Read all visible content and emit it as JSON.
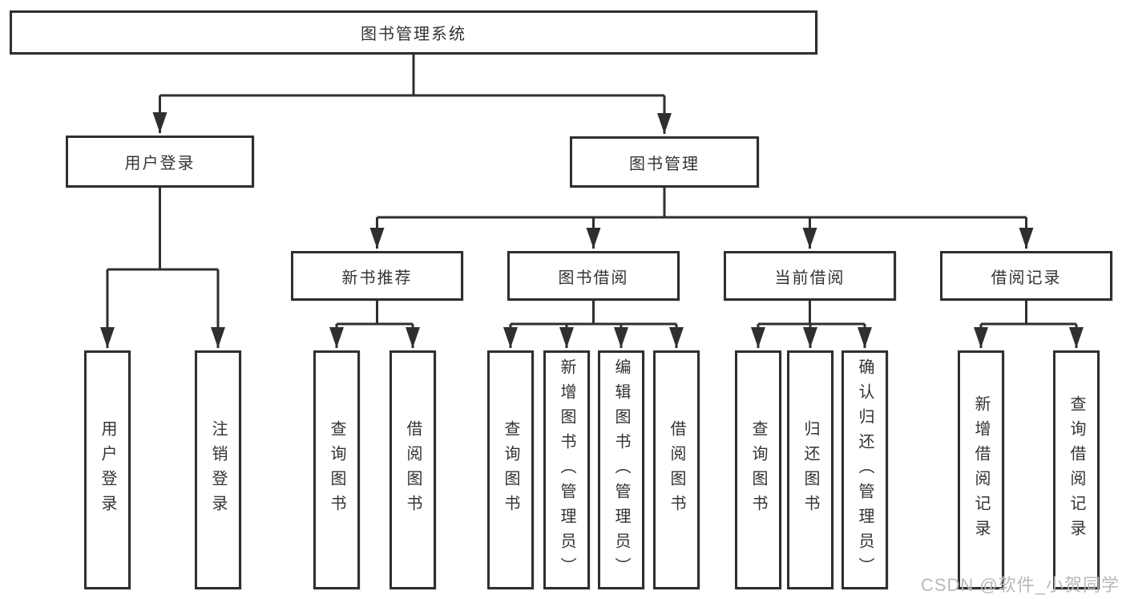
{
  "diagram": {
    "root": {
      "label": "图书管理系统"
    },
    "level2": {
      "user_login": {
        "label": "用户登录"
      },
      "book_mgmt": {
        "label": "图书管理"
      }
    },
    "level3": {
      "new_book": {
        "label": "新书推荐"
      },
      "borrow": {
        "label": "图书借阅"
      },
      "current": {
        "label": "当前借阅"
      },
      "records": {
        "label": "借阅记录"
      }
    },
    "leaves": {
      "user_login": [
        "用户登录",
        "注销登录"
      ],
      "new_book": [
        "查询图书",
        "借阅图书"
      ],
      "borrow": [
        "查询图书",
        "新增图书（管理员）",
        "编辑图书（管理员）",
        "借阅图书"
      ],
      "current": [
        "查询图书",
        "归还图书",
        "确认归还（管理员）"
      ],
      "records": [
        "新增借阅记录",
        "查询借阅记录"
      ]
    },
    "watermark": "CSDN @软件_小贺同学",
    "colors": {
      "line": "#2f2f2f",
      "text": "#333333",
      "watermark": "#b9b9b9",
      "background": "#ffffff"
    }
  }
}
